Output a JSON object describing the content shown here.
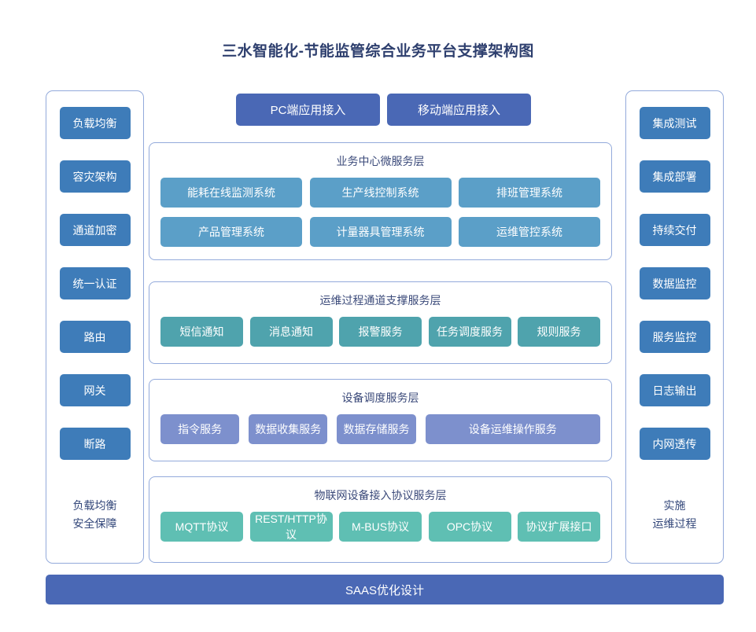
{
  "title": "三水智能化-节能监管综合业务平台支撑架构图",
  "left_column": {
    "items": [
      {
        "label": "负载均衡"
      },
      {
        "label": "容灾架构"
      },
      {
        "label": "通道加密"
      },
      {
        "label": "统一认证"
      },
      {
        "label": "路由"
      },
      {
        "label": "网关"
      },
      {
        "label": "断路"
      }
    ],
    "footer_line1": "负载均衡",
    "footer_line2": "安全保障"
  },
  "right_column": {
    "items": [
      {
        "label": "集成测试"
      },
      {
        "label": "集成部署"
      },
      {
        "label": "持续交付"
      },
      {
        "label": "数据监控"
      },
      {
        "label": "服务监控"
      },
      {
        "label": "日志输出"
      },
      {
        "label": "内网透传"
      }
    ],
    "footer_line1": "实施",
    "footer_line2": "运维过程"
  },
  "access": {
    "pc": "PC端应用接入",
    "mobile": "移动端应用接入"
  },
  "layers": {
    "business": {
      "title": "业务中心微服务层",
      "row1": [
        "能耗在线监测系统",
        "生产线控制系统",
        "排班管理系统"
      ],
      "row2": [
        "产品管理系统",
        "计量器具管理系统",
        "运维管控系统"
      ]
    },
    "channel": {
      "title": "运维过程通道支撑服务层",
      "items": [
        "短信通知",
        "消息通知",
        "报警服务",
        "任务调度服务",
        "规则服务"
      ]
    },
    "device": {
      "title": "设备调度服务层",
      "items": [
        "指令服务",
        "数据收集服务",
        "数据存储服务",
        "设备运维操作服务"
      ]
    },
    "protocol": {
      "title": "物联网设备接入协议服务层",
      "items": [
        "MQTT协议",
        "REST/HTTP协议",
        "M-BUS协议",
        "OPC协议",
        "协议扩展接口"
      ]
    }
  },
  "footer_bar": "SAAS优化设计",
  "colors": {
    "title_text": "#2e3f6e",
    "panel_border": "#93aadb",
    "side_chip": "#3e7cb9",
    "access_box": "#4a68b5",
    "business_chip": "#5b9fc8",
    "channel_chip": "#4fa3ad",
    "device_chip": "#7d90cd",
    "protocol_chip": "#5fbfb3",
    "footer_bar": "#4a68b5",
    "layer_title_text": "#3b4a7a",
    "side_footer_text": "#33477a"
  }
}
